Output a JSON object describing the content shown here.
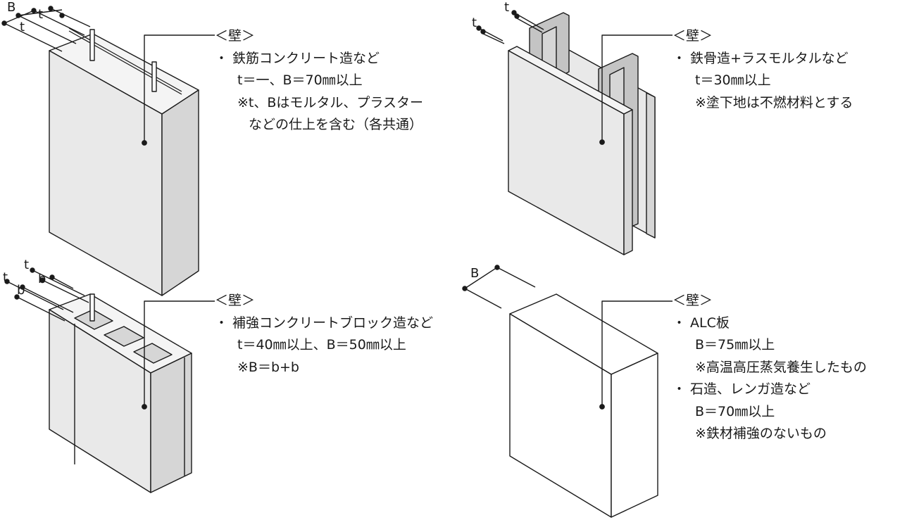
{
  "panels": [
    {
      "id": "rc",
      "heading": "＜壁＞",
      "lines": [
        "・ 鉄筋コンクリート造など",
        "t＝一、B＝70㎜以上",
        "※t、Bはモルタル、プラスター",
        "などの仕上を含む（各共通）"
      ],
      "dims": [
        "B",
        "t",
        "t"
      ]
    },
    {
      "id": "steel",
      "heading": "＜壁＞",
      "lines": [
        "・ 鉄骨造+ラスモルタルなど",
        "t＝30㎜以上",
        "※塗下地は不燃材料とする"
      ],
      "dims": [
        "t",
        "t"
      ]
    },
    {
      "id": "block",
      "heading": "＜壁＞",
      "lines": [
        "・ 補強コンクリートブロック造など",
        "t＝40㎜以上、B＝50㎜以上",
        "※B＝b+b"
      ],
      "dims": [
        "t",
        "t",
        "b",
        "b"
      ]
    },
    {
      "id": "alc",
      "heading": "＜壁＞",
      "lines": [
        "・ ALC板",
        "B＝75㎜以上",
        "※高温高圧蒸気養生したもの",
        "・ 石造、レンガ造など",
        "B＝70㎜以上",
        "※鉄材補強のないもの"
      ],
      "dims": [
        "B"
      ]
    }
  ],
  "colors": {
    "line": "#1a1a1a",
    "face": "#e9e9e9",
    "top": "#f4f4f4",
    "side": "#d6d6d6",
    "steel": "#c4c4c4",
    "white": "#ffffff"
  }
}
